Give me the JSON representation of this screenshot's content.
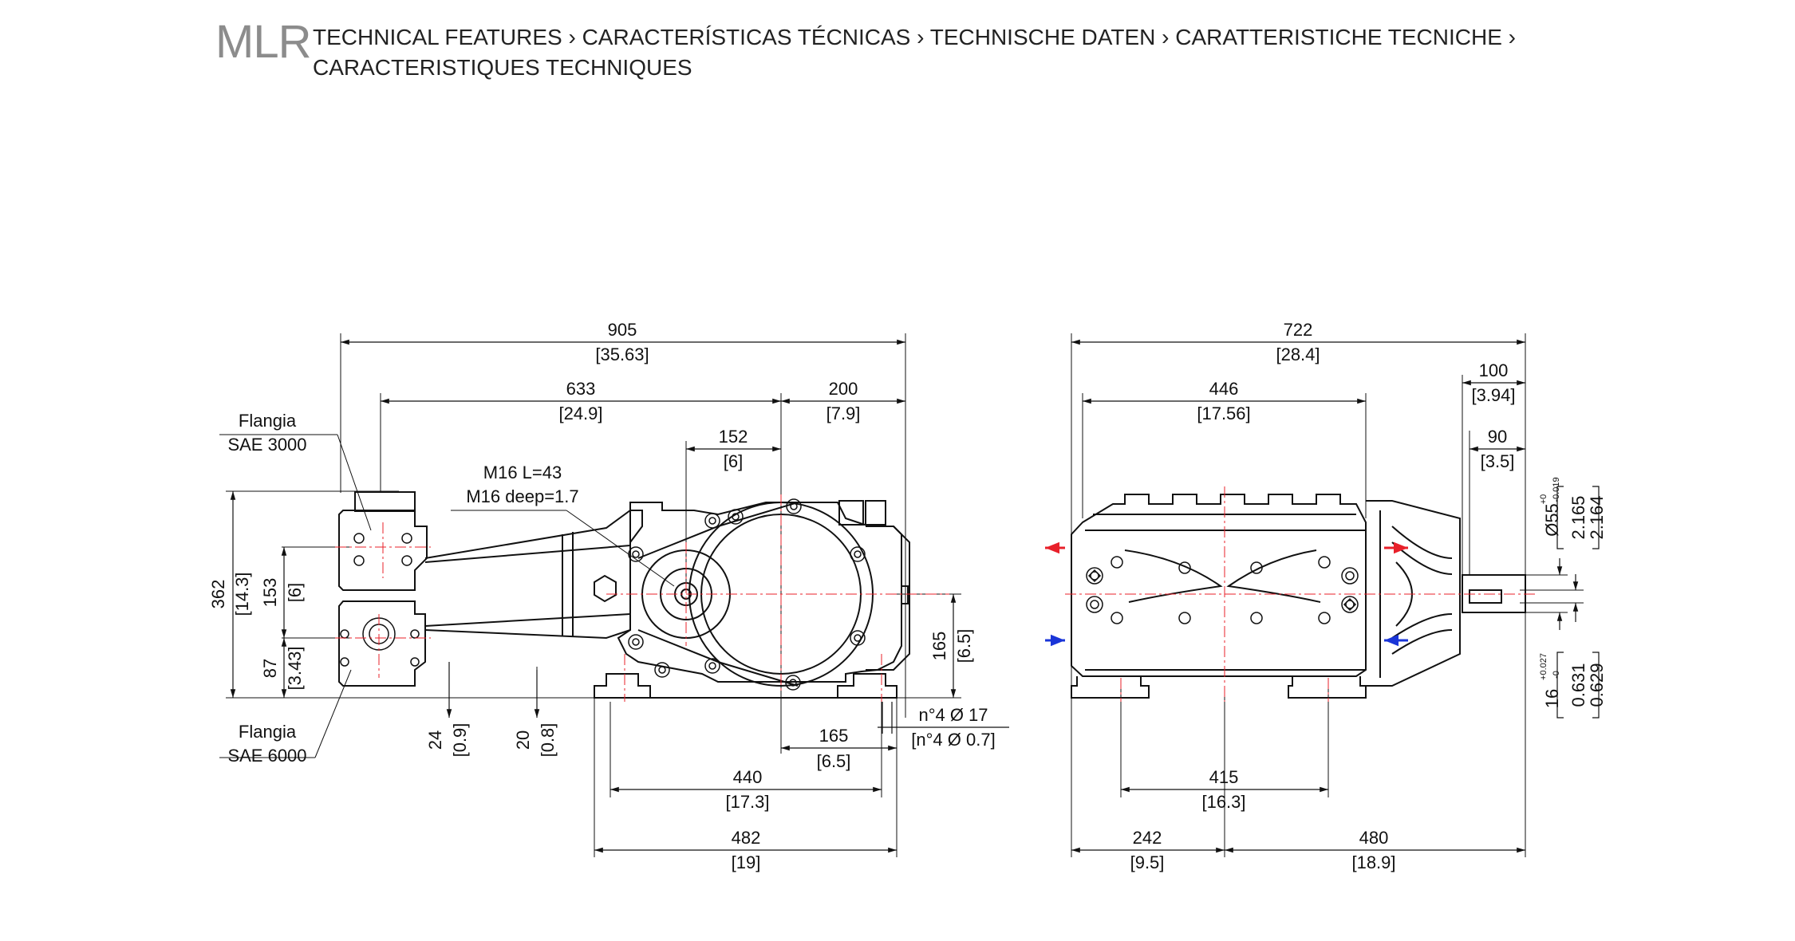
{
  "header": {
    "model": "MLR",
    "line1": "TECHNICAL FEATURES › CARACTERÍSTICAS TÉCNICAS › TECHNISCHE DATEN ›  CARATTERISTICHE TECNICHE ›",
    "line2": "CARACTERISTIQUES TECHNIQUES"
  },
  "left_view": {
    "flange_top_1": "Flangia",
    "flange_top_2": "SAE 3000",
    "flange_bottom_1": "Flangia",
    "flange_bottom_2": "SAE 6000",
    "thread_1": "M16 L=43",
    "thread_2": "M16 deep=1.7",
    "d905": "905",
    "d905i": "[35.63]",
    "d633": "633",
    "d633i": "[24.9]",
    "d200": "200",
    "d200i": "[7.9]",
    "d152": "152",
    "d152i": "[6]",
    "d362": "362",
    "d362i": "[14.3]",
    "d153": "153",
    "d153i": "[6]",
    "d87": "87",
    "d87i": "[3.43]",
    "d24": "24",
    "d24i": "[0.9]",
    "d20": "20",
    "d20i": "[0.8]",
    "d165v": "165",
    "d165vi": "[6.5]",
    "holes": "n°4 Ø 17",
    "holes_i": "[n°4 Ø 0.7]",
    "d165h": "165",
    "d165hi": "[6.5]",
    "d440": "440",
    "d440i": "[17.3]",
    "d482": "482",
    "d482i": "[19]"
  },
  "right_view": {
    "d722": "722",
    "d722i": "[28.4]",
    "d446": "446",
    "d446i": "[17.56]",
    "d100": "100",
    "d100i": "[3.94]",
    "d90": "90",
    "d90i": "[3.5]",
    "shaft_dia": "Ø55",
    "shaft_tol_upper": "+0",
    "shaft_tol_lower": "-0.019",
    "shaft_in_1": "2.165",
    "shaft_in_2": "2.164",
    "key": "16",
    "key_tol_upper": "+0.027",
    "key_tol_lower": "-0",
    "key_in_1": "0.631",
    "key_in_2": "0.629",
    "d415": "415",
    "d415i": "[16.3]",
    "d242": "242",
    "d242i": "[9.5]",
    "d480": "480",
    "d480i": "[18.9]"
  },
  "colors": {
    "outlet_arrow": "#e8202a",
    "inlet_arrow": "#1a35d8",
    "centerline": "#e8202a",
    "drawing": "#111111"
  }
}
